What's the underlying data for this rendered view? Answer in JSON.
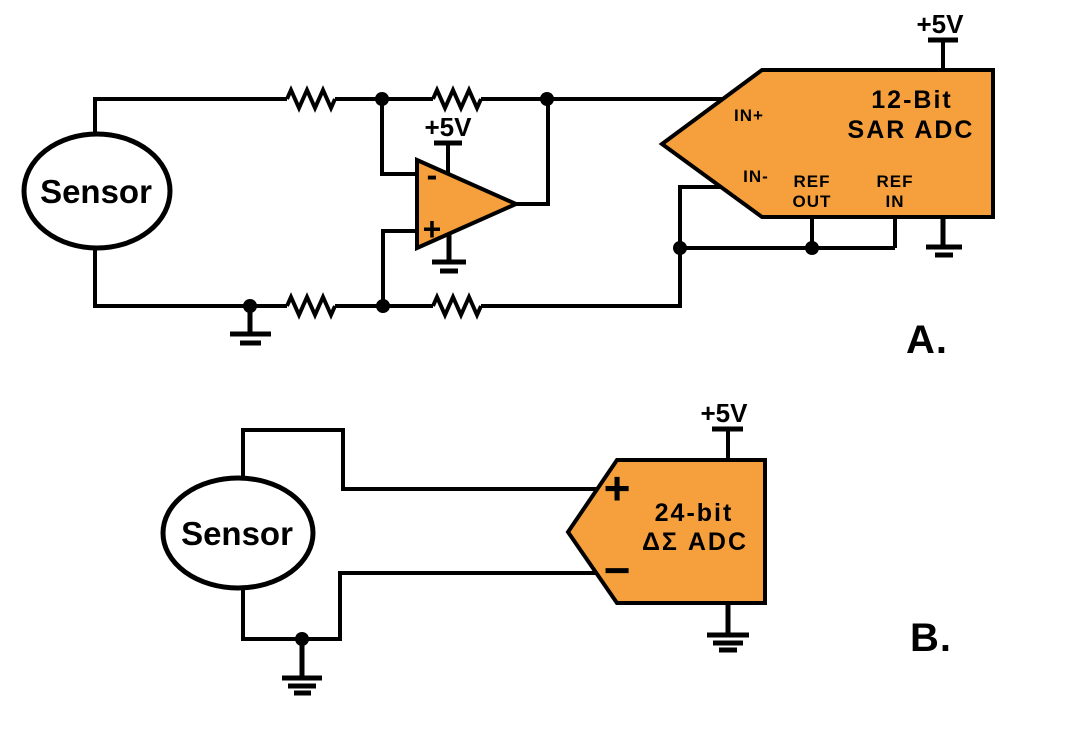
{
  "figure": {
    "background": "#FFFFFF",
    "block_fill": "#F5A03C",
    "line_color": "#000000",
    "description": "Two sensor-to-ADC signal chain circuit schematics"
  },
  "circuit_a": {
    "caption": "A.",
    "sensor": {
      "label": "Sensor"
    },
    "opamp": {
      "supply": "+5V",
      "inverting_sign": "-",
      "noninverting_sign": "+"
    },
    "adc": {
      "supply": "+5V",
      "title1": "12-Bit",
      "title2": "SAR ADC",
      "pin_in_plus": "IN+",
      "pin_in_minus": "IN-",
      "pin_ref_out_line1": "REF",
      "pin_ref_out_line2": "OUT",
      "pin_ref_in_line1": "REF",
      "pin_ref_in_line2": "IN"
    }
  },
  "circuit_b": {
    "caption": "B.",
    "sensor": {
      "label": "Sensor"
    },
    "adc": {
      "supply": "+5V",
      "title1": "24-bit",
      "title2": "ΔΣ ADC",
      "pin_plus": "+",
      "pin_minus": "−"
    }
  }
}
